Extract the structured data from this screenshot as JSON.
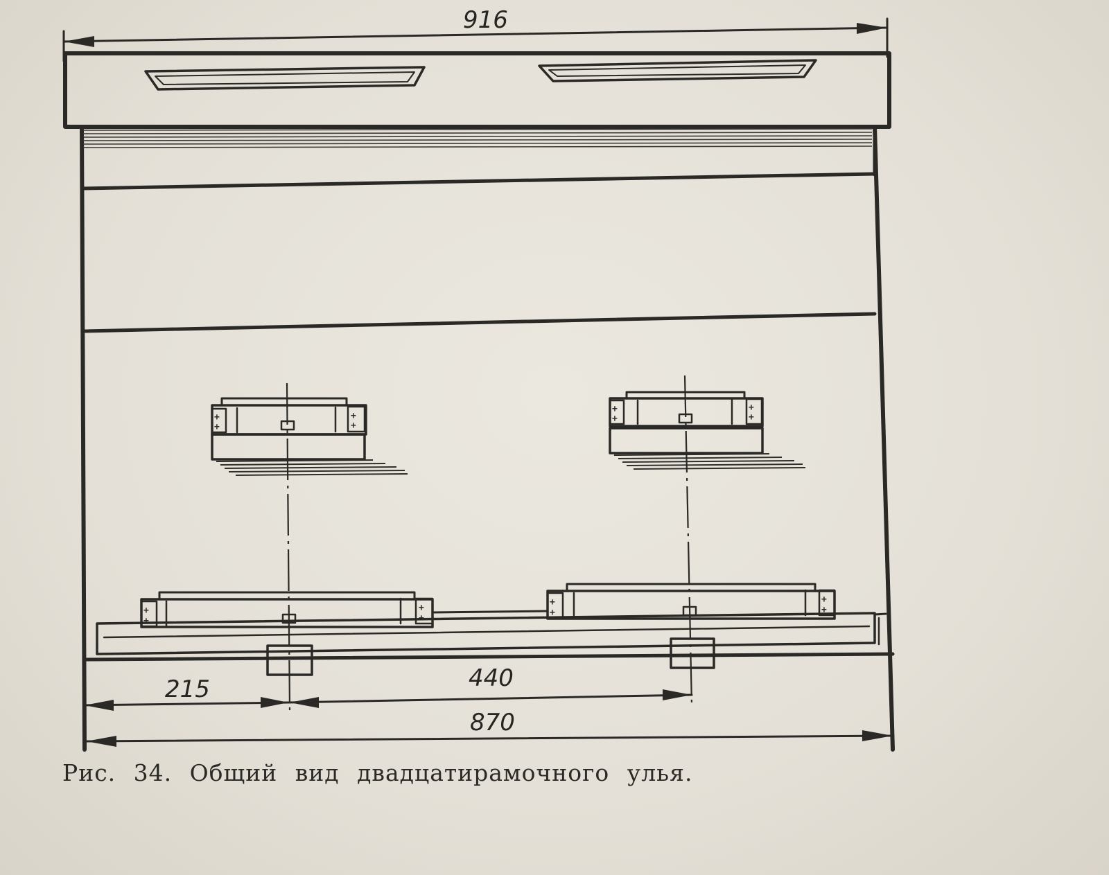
{
  "figure": {
    "dimensions": {
      "overall_top": "916",
      "offset_left": "215",
      "entrance_spacing": "440",
      "overall_bottom": "870"
    },
    "caption": "Рис. 34. Общий вид двадцатирамочного улья."
  },
  "colors": {
    "paper": "#e7e3da",
    "ink": "#2a2926"
  }
}
